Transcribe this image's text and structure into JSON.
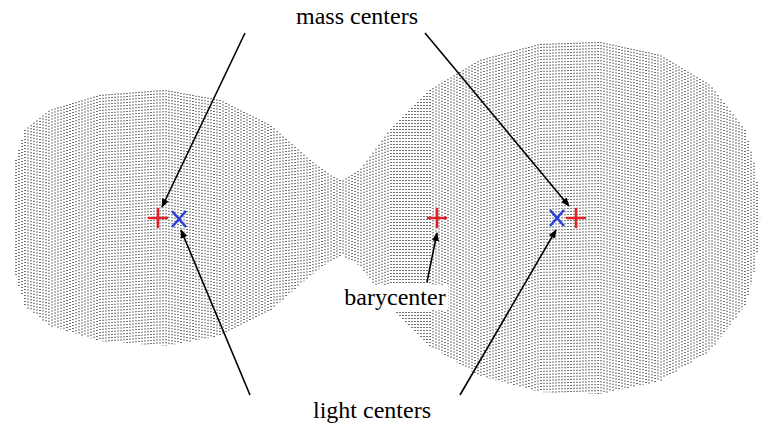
{
  "diagram": {
    "labels": [
      "mass centers",
      "barycenter",
      "light centers"
    ]
  }
}
